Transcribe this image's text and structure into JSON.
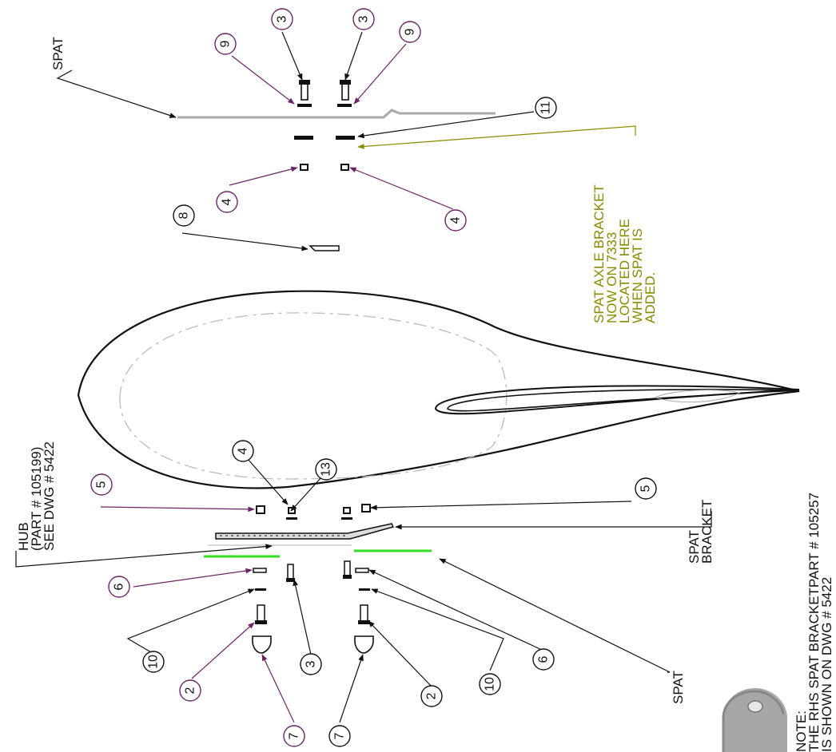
{
  "labels": {
    "spat_top": "SPAT",
    "hub": [
      "HUB",
      "(PART # 105199)",
      "SEE DWG # 5422"
    ],
    "spat_bracket": [
      "SPAT",
      "BRACKET"
    ],
    "spat_bottom": "SPAT",
    "olive_note": [
      "SPAT AXLE BRACKET",
      "NOW ON 7333",
      "LOCATED HERE",
      "WHEN SPAT IS",
      "ADDED."
    ],
    "bottom_note": [
      "NOTE:",
      "THE RHS SPAT BRACKETPART # 105257",
      "IS SHOWN ON DWG # 5422"
    ]
  },
  "balloons": [
    {
      "num": "9",
      "color": "purple"
    },
    {
      "num": "3",
      "color": "purple"
    },
    {
      "num": "3",
      "color": "purple"
    },
    {
      "num": "9",
      "color": "purple"
    },
    {
      "num": "11",
      "color": "black"
    },
    {
      "num": "4",
      "color": "purple"
    },
    {
      "num": "4",
      "color": "purple"
    },
    {
      "num": "8",
      "color": "black"
    },
    {
      "num": "4",
      "color": "black"
    },
    {
      "num": "13",
      "color": "black"
    },
    {
      "num": "5",
      "color": "purple"
    },
    {
      "num": "5",
      "color": "black"
    },
    {
      "num": "6",
      "color": "purple"
    },
    {
      "num": "10",
      "color": "black"
    },
    {
      "num": "2",
      "color": "purple"
    },
    {
      "num": "7",
      "color": "purple"
    },
    {
      "num": "3",
      "color": "black"
    },
    {
      "num": "7",
      "color": "black"
    },
    {
      "num": "2",
      "color": "black"
    },
    {
      "num": "10",
      "color": "black"
    },
    {
      "num": "6",
      "color": "black"
    }
  ],
  "colors": {
    "purple": "#6b2466",
    "black": "#111111",
    "olive": "#8a8a00",
    "green": "#33dd22",
    "grey": "#b0b0b0"
  }
}
